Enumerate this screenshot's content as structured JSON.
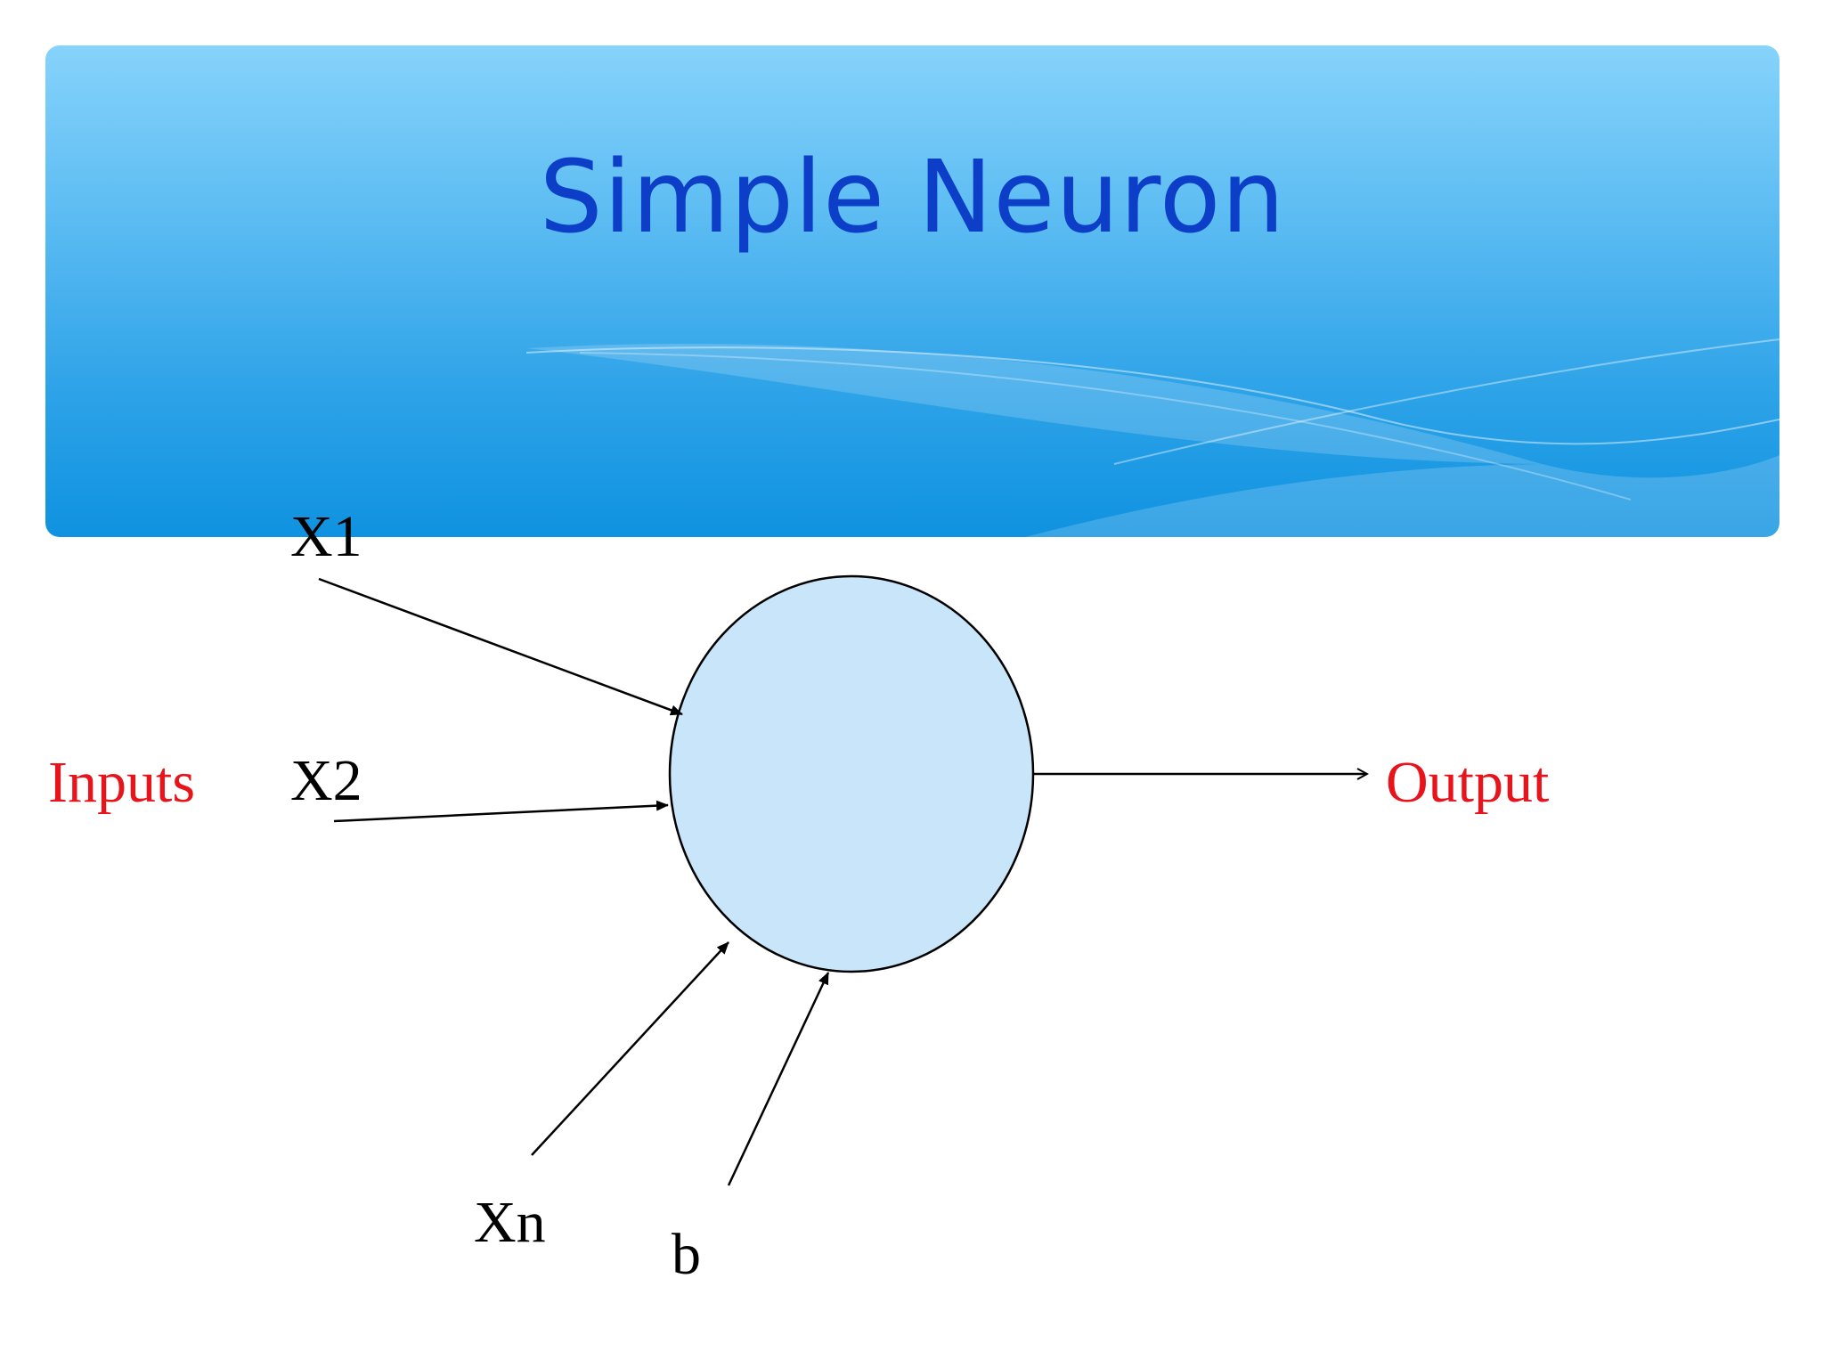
{
  "slide": {
    "title": "Simple Neuron"
  },
  "diagram": {
    "inputs_label": "Inputs",
    "output_label": "Output",
    "nodes": {
      "x1": "X1",
      "x2": "X2",
      "xn": "Xn",
      "bias": "b"
    }
  },
  "colors": {
    "title": "#0c3ec8",
    "banner_top": "#86d3fb",
    "banner_bottom": "#0f92e0",
    "neuron_fill": "#c8e5fa",
    "label_red": "#e8141b",
    "label_black": "#000000"
  }
}
